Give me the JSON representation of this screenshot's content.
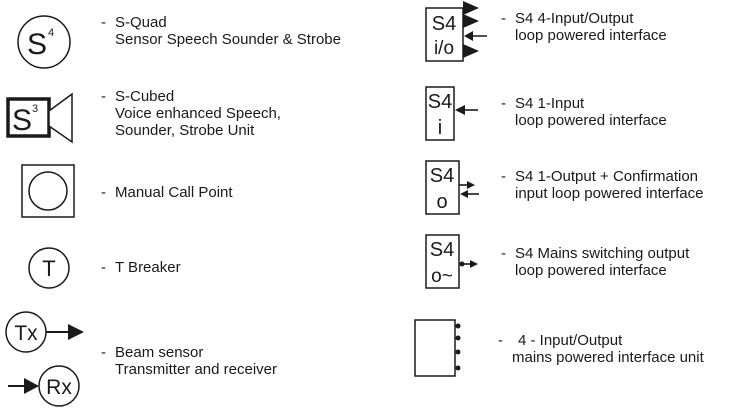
{
  "legend": {
    "left": [
      {
        "id": "s-quad",
        "symbol": {
          "text": "S",
          "sup": "4"
        },
        "lines": [
          "S-Quad",
          "Sensor Speech Sounder & Strobe"
        ]
      },
      {
        "id": "s-cubed",
        "symbol": {
          "text": "S",
          "sup": "3"
        },
        "lines": [
          "S-Cubed",
          "Voice enhanced Speech,",
          "Sounder, Strobe Unit"
        ]
      },
      {
        "id": "manual-call-point",
        "lines": [
          "Manual Call Point"
        ]
      },
      {
        "id": "t-breaker",
        "symbol": {
          "text": "T"
        },
        "lines": [
          "T Breaker"
        ]
      },
      {
        "id": "beam-sensor",
        "symbol": {
          "tx": "Tx",
          "rx": "Rx"
        },
        "lines": [
          "Beam sensor",
          "Transmitter and receiver"
        ]
      }
    ],
    "right": [
      {
        "id": "s4-io",
        "symbol": {
          "top": "S4",
          "bottom": "i/o"
        },
        "lines": [
          "S4 4-Input/Output",
          "loop powered interface"
        ]
      },
      {
        "id": "s4-input",
        "symbol": {
          "top": "S4",
          "bottom": "i"
        },
        "lines": [
          "S4 1-Input",
          "loop powered interface"
        ]
      },
      {
        "id": "s4-output",
        "symbol": {
          "top": "S4",
          "bottom": "o"
        },
        "lines": [
          "S4 1-Output + Confirmation",
          "input loop powered interface"
        ]
      },
      {
        "id": "s4-mains-switching",
        "symbol": {
          "top": "S4",
          "bottom": "o~"
        },
        "lines": [
          "S4 Mains switching output",
          "loop powered interface"
        ]
      },
      {
        "id": "mains-io-unit",
        "dash_text": "-",
        "lines": [
          "4 - Input/Output",
          "mains powered interface unit"
        ]
      }
    ],
    "dash": "-"
  }
}
